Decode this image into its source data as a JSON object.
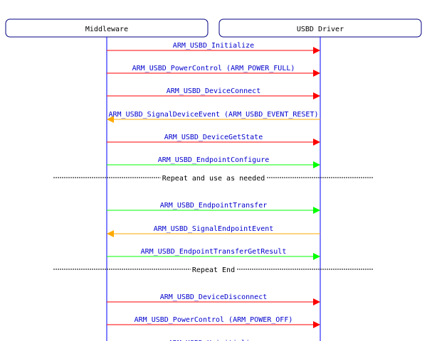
{
  "participants": {
    "middleware": "Middleware",
    "driver": "USBD Driver"
  },
  "colors": {
    "red": "#ff0000",
    "green": "#00ff00",
    "orange": "#ffaa00",
    "lifeline": "#0000ff",
    "label": "#0000cc",
    "box_border": "#000080"
  },
  "messages": [
    {
      "label": "ARM_USBD_Initialize",
      "direction": "right",
      "color": "red"
    },
    {
      "label": "ARM_USBD_PowerControl (ARM_POWER_FULL)",
      "direction": "right",
      "color": "red"
    },
    {
      "label": "ARM_USBD_DeviceConnect",
      "direction": "right",
      "color": "red"
    },
    {
      "label": "ARM_USBD_SignalDeviceEvent (ARM_USBD_EVENT_RESET)",
      "direction": "left",
      "color": "orange"
    },
    {
      "label": "ARM_USBD_DeviceGetState",
      "direction": "right",
      "color": "red"
    },
    {
      "label": "ARM_USBD_EndpointConfigure",
      "direction": "right",
      "color": "green"
    },
    {
      "separator": "Repeat and use as needed"
    },
    {
      "label": "ARM_USBD_EndpointTransfer",
      "direction": "right",
      "color": "green"
    },
    {
      "label": "ARM_USBD_SignalEndpointEvent",
      "direction": "left",
      "color": "orange"
    },
    {
      "label": "ARM_USBD_EndpointTransferGetResult",
      "direction": "right",
      "color": "green"
    },
    {
      "separator": "Repeat End"
    },
    {
      "label": "ARM_USBD_DeviceDisconnect",
      "direction": "right",
      "color": "red"
    },
    {
      "label": "ARM_USBD_PowerControl (ARM_POWER_OFF)",
      "direction": "right",
      "color": "red"
    },
    {
      "label": "ARM_USBD_Uninitialize",
      "direction": "right",
      "color": "red"
    }
  ]
}
